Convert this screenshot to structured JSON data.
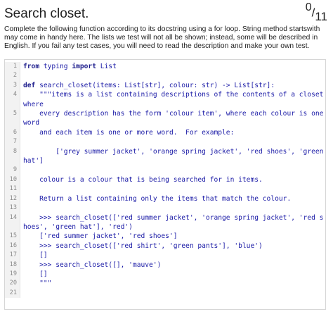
{
  "header": {
    "title": "Search closet.",
    "score_numerator": "0",
    "score_separator": "/",
    "score_denominator": "11"
  },
  "description": "Complete the following function according to its docstring using a for loop. String method startswith may come in handy here. The lists we test will not all be shown; instead, some will be described in English. If you fail any test cases, you will need to read the description and make your own test.",
  "editor": {
    "lines": [
      {
        "num": "1",
        "kw": "from",
        "rest": " typing ",
        "kw2": "import",
        "rest2": " List"
      },
      {
        "num": "2",
        "text": ""
      },
      {
        "num": "3",
        "kw": "def",
        "rest": " search_closet(items: List[str], colour: str) -> List[str]:"
      },
      {
        "num": "4",
        "text": "    \"\"\"items is a list containing descriptions of the contents of a closet where"
      },
      {
        "num": "5",
        "text": "    every description has the form 'colour item', where each colour is one word"
      },
      {
        "num": "6",
        "text": "    and each item is one or more word.  For example:"
      },
      {
        "num": "7",
        "text": ""
      },
      {
        "num": "8",
        "text": "        ['grey summer jacket', 'orange spring jacket', 'red shoes', 'green hat']"
      },
      {
        "num": "9",
        "text": ""
      },
      {
        "num": "10",
        "text": "    colour is a colour that is being searched for in items."
      },
      {
        "num": "11",
        "text": ""
      },
      {
        "num": "12",
        "text": "    Return a list containing only the items that match the colour."
      },
      {
        "num": "13",
        "text": ""
      },
      {
        "num": "14",
        "text": "    >>> search_closet(['red summer jacket', 'orange spring jacket', 'red shoes', 'green hat'], 'red')"
      },
      {
        "num": "15",
        "text": "    ['red summer jacket', 'red shoes']"
      },
      {
        "num": "16",
        "text": "    >>> search_closet(['red shirt', 'green pants'], 'blue')"
      },
      {
        "num": "17",
        "text": "    []"
      },
      {
        "num": "18",
        "text": "    >>> search_closet([], 'mauve')"
      },
      {
        "num": "19",
        "text": "    []"
      },
      {
        "num": "20",
        "text": "    \"\"\""
      },
      {
        "num": "21",
        "text": ""
      }
    ]
  }
}
